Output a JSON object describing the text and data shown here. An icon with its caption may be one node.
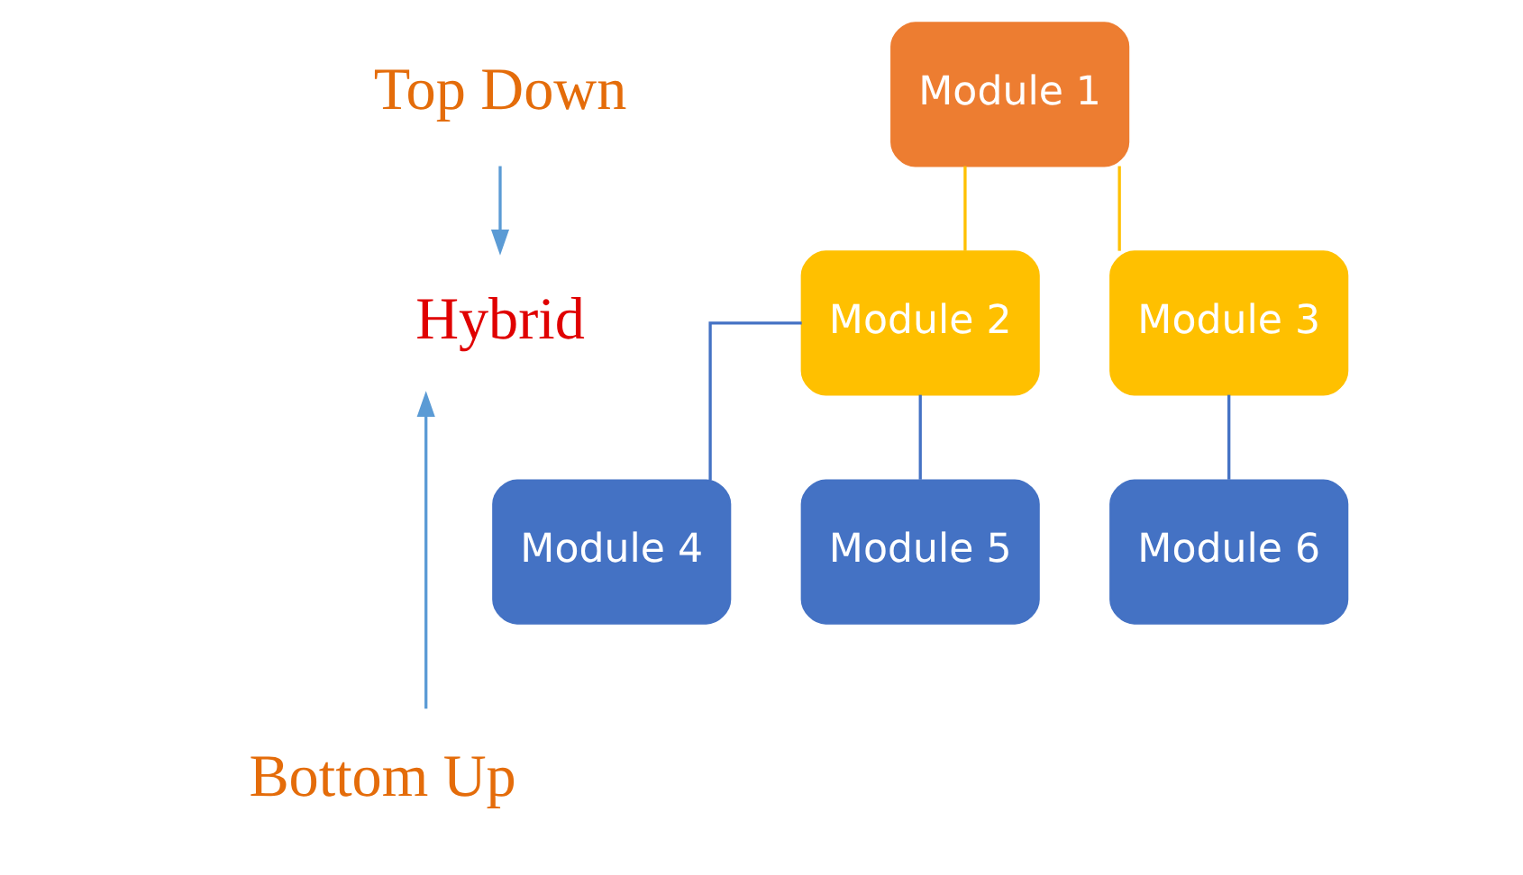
{
  "diagram": {
    "nodes": [
      {
        "text": [
          "Top Down"
        ]
      },
      {
        "text": [
          "Hybrid"
        ]
      },
      {
        "text": [
          "Bottom Up"
        ]
      },
      {
        "text": [
          "Module 1"
        ]
      },
      {
        "text": [
          "Module 2"
        ]
      },
      {
        "text": [
          "Module 3"
        ]
      },
      {
        "text": [
          "Module 4"
        ]
      },
      {
        "text": [
          "Module 5"
        ]
      },
      {
        "text": [
          "Module 6"
        ]
      }
    ],
    "edges": [
      {
        "from": 0,
        "to": 1,
        "arrow": "to",
        "color": "#5b9bd5"
      },
      {
        "from": 2,
        "to": 1,
        "arrow": "to",
        "color": "#5b9bd5"
      },
      {
        "from": 3,
        "to": 4,
        "arrow": "none",
        "color": "#ffc000"
      },
      {
        "from": 3,
        "to": 5,
        "arrow": "none",
        "color": "#ffc000"
      },
      {
        "from": 4,
        "to": 6,
        "arrow": "none",
        "color": "#4472c4"
      },
      {
        "from": 4,
        "to": 7,
        "arrow": "none",
        "color": "#4472c4"
      },
      {
        "from": 5,
        "to": 8,
        "arrow": "none",
        "color": "#4472c4"
      }
    ]
  }
}
